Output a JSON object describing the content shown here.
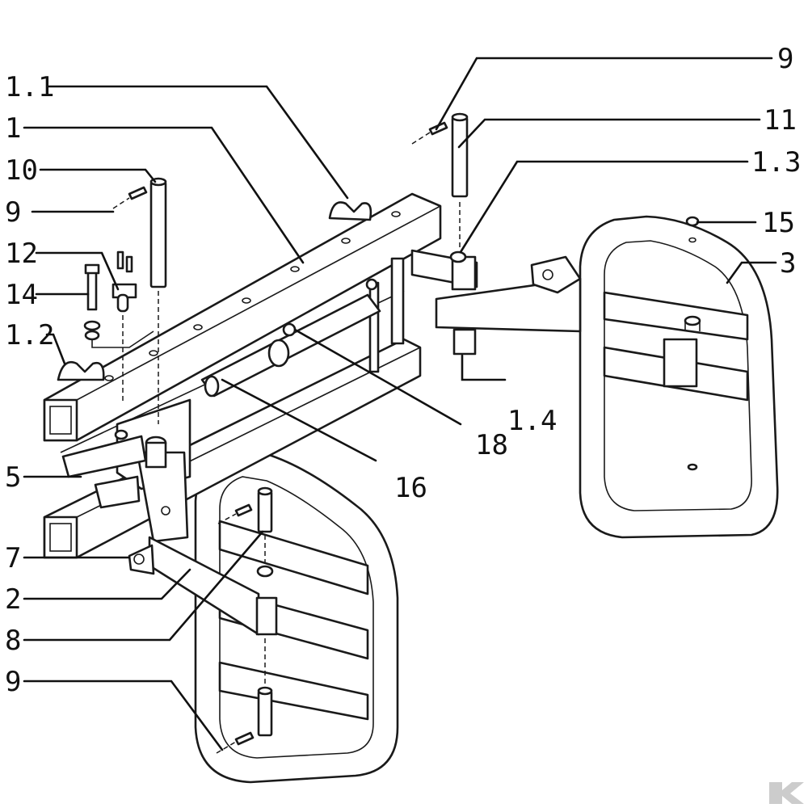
{
  "labels": {
    "l_1_1": "1.1",
    "l_1": "1",
    "l_10": "10",
    "l_9_left": "9",
    "l_12": "12",
    "l_14": "14",
    "l_1_2": "1.2",
    "l_5": "5",
    "l_7": "7",
    "l_2": "2",
    "l_8": "8",
    "l_9_bottom": "9",
    "l_9_top": "9",
    "l_11": "11",
    "l_1_3": "1.3",
    "l_15": "15",
    "l_3": "3",
    "l_1_4": "1.4",
    "l_18": "18",
    "l_16": "16"
  },
  "colors": {
    "ink": "#111111",
    "background": "#ffffff",
    "logo": "#cccccc"
  },
  "icons": {
    "brand_logo": "brand-logo-icon"
  }
}
